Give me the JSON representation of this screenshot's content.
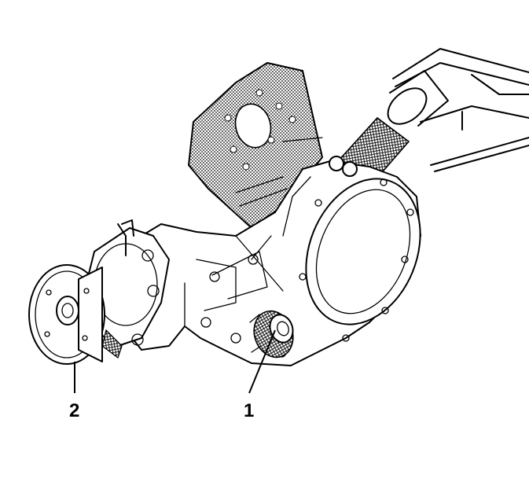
{
  "callouts": [
    {
      "id": "1",
      "label": "1"
    },
    {
      "id": "2",
      "label": "2"
    }
  ],
  "colors": {
    "line": "#000000",
    "background": "#ffffff",
    "shading": "#9a9a9a"
  }
}
